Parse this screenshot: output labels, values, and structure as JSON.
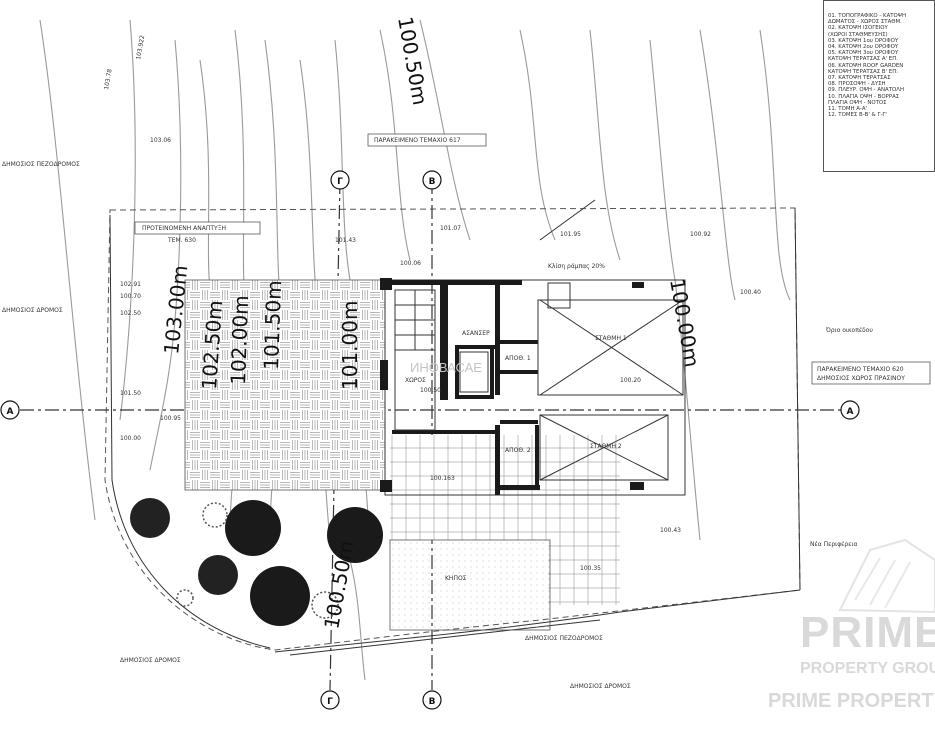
{
  "contour_labels": [
    "100.50m",
    "103.00m",
    "102.50m",
    "102.00m",
    "101.50m",
    "101.00m",
    "100.00m",
    "100.50m"
  ],
  "grid_axes": [
    "Γ",
    "Β",
    "Α"
  ],
  "spot_levels": [
    "103.78",
    "103.922",
    "103.06",
    "102.91",
    "100.70",
    "102.50",
    "101.50",
    "100.95",
    "100.00",
    "101.43",
    "101.07",
    "100.06",
    "101.95",
    "100.92",
    "100.40",
    "100.50",
    "100.20",
    "100.163",
    "100.43",
    "100.35"
  ],
  "street_labels": [
    "ΔΗΜΟΣΙΟΣ ΠΕΖΟΔΡΟΜΟΣ",
    "ΔΗΜΟΣΙΟΣ ΔΡΟΜΟΣ",
    "ΔΗΜΟΣΙΟΣ ΠΕΖΟΔΡΟΜΟΣ",
    "ΔΗΜΟΣΙΟΣ ΔΡΟΜΟΣ",
    "ΔΗΜΟΣΙΟΣ ΔΡΟΜΟΣ"
  ],
  "neighbor_labels": [
    "ΠΑΡΑΚΕΙΜΕΝΟ ΤΕΜΑΧΙΟ 617",
    "ΠΑΡΑΚΕΙΜΕΝΟ ΤΕΜΑΧΙΟ 620",
    "ΔΗΜΟΣΙΟΣ ΧΩΡΟΣ ΠΡΑΣΙΝΟΥ"
  ],
  "building_labels": [
    "ΠΡΟΤΕΙΝΟΜΕΝΗ ΑΝΑΠΤΥΞΗ",
    "ΤΕΜ. 630",
    "ΧΩΡΟΣ",
    "ΑΣΑΝΣΕΡ",
    "ΣΤΑΘΜΗ 1",
    "ΣΤΑΘΜΗ 2",
    "ΑΠΟΘ. 1",
    "ΑΠΟΘ. 2",
    "ΚΗΠΟΣ",
    "Κλίση ράμπας 20%",
    "Όριο οικοπέδου",
    "Νέα Περιφέρεια"
  ],
  "legend": {
    "items": [
      "01. ΤΟΠΟΓΡΑΦΙΚΟ - ΚΑΤΟΨΗ",
      "ΔΩΜΑΤΟΣ - ΧΩΡΟΣ ΣΤΑΘΜ.",
      "02. ΚΑΤΟΨΗ ΙΣΟΓΕΙΟΥ",
      "(ΧΩΡΟΙ ΣΤΑΘΜΕΥΣΗΣ)",
      "03. ΚΑΤΟΨΗ 1ου ΟΡΟΦΟΥ",
      "04. ΚΑΤΟΨΗ 2ου ΟΡΟΦΟΥ",
      "05. ΚΑΤΟΨΗ 3ου ΟΡΟΦΟΥ",
      "ΚΑΤΟΨΗ ΤΕΡΑΤΣΑΣ Α' ΕΠ.",
      "06. ΚΑΤΟΨΗ ROOF GARDEN",
      "ΚΑΤΟΨΗ ΤΕΡΑΤΣΑΣ Β' ΕΠ.",
      "07. ΚΑΤΟΨΗ ΤΕΡΑΤΣΑΣ",
      "08. ΠΡΟΣΟΨΗ - ΔΥΣΗ",
      "09. ΠΛΕΥΡ. ΟΨΗ - ΑΝΑΤΟΛΗ",
      "10. ΠΛΑΓΙΑ ΟΨΗ - ΒΟΡΡΑΣ",
      "ΠΛΑΓΙΑ ΟΨΗ - ΝΟΤΟΣ",
      "11. ΤΟΜΗ Α-Α'",
      "12. ΤΟΜΕΣ Β-Β' & Γ-Γ'"
    ]
  },
  "watermarks": {
    "center": "ИНОВАСАЕ",
    "brand": "PRIME",
    "brand_sub": "PROPERTY GROUP",
    "brand_sub2": "PRIME PROPERTY"
  },
  "colors": {
    "ink": "#1a1a1a",
    "contour": "#9a9a9a",
    "watermark": "#d9d9d9"
  }
}
